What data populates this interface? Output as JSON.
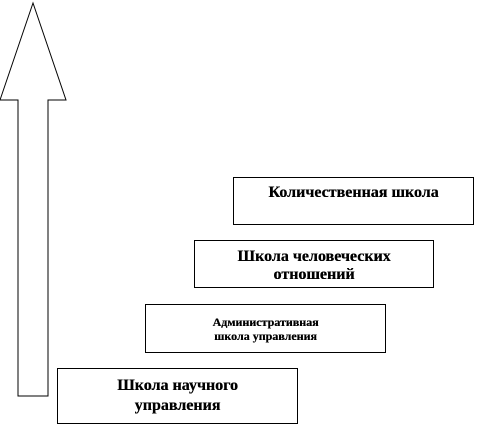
{
  "diagram": {
    "stroke_color": "#000000",
    "fill_color": "#ffffff",
    "arrow": {
      "direction": "up"
    },
    "steps": [
      {
        "id": "quantitative-school",
        "label": "Количественная школа"
      },
      {
        "id": "human-relations-school",
        "label": "Школа человеческих\nотношений"
      },
      {
        "id": "administrative-school",
        "label": "Административная\nшкола управления"
      },
      {
        "id": "scientific-management-school",
        "label": "Школа научного\nуправления"
      }
    ]
  }
}
